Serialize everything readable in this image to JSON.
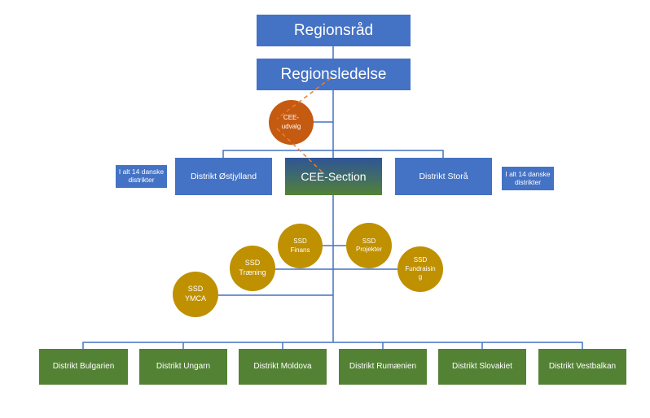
{
  "colors": {
    "blue": "#4472C4",
    "green": "#548235",
    "gold": "#BF9000",
    "orange": "#C55A11",
    "connector": "#4472C4",
    "dashed": "#ED7D31"
  },
  "top": {
    "regionsraad": "Regionsråd",
    "regionsledelse": "Regionsledelse"
  },
  "committee": {
    "label": "CEE-\nudvalg"
  },
  "middle": {
    "left_note": "I alt 14 danske distrikter",
    "ostjylland": "Distrikt Østjylland",
    "cee_section": "CEE-Section",
    "stora": "Distrikt Storå",
    "right_note": "I alt 14 danske distrikter"
  },
  "ssd": {
    "finans": "SSD\nFinans",
    "projekter": "SSD\nProjekter",
    "traening": "SSD\nTræning",
    "fundraising": "SSD\nFundraisin\ng",
    "ymca": "SSD\nYMCA"
  },
  "districts": [
    "Distrikt Bulgarien",
    "Distrikt Ungarn",
    "Distrikt Moldova",
    "Distrikt Rumænien",
    "Distrikt Slovakiet",
    "Distrikt Vestbalkan"
  ]
}
